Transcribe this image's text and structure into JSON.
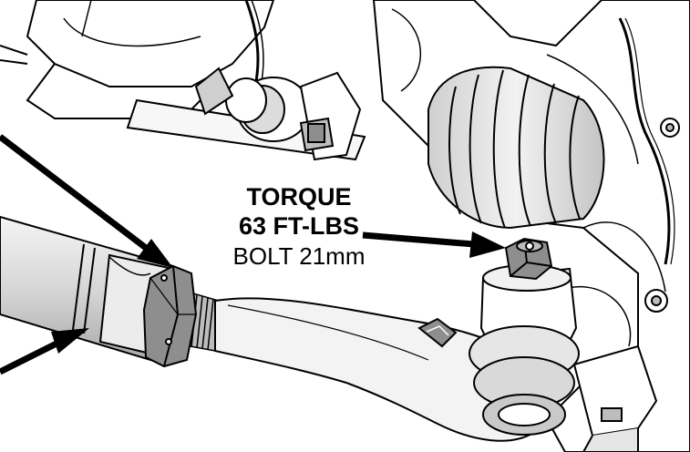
{
  "annotation": {
    "torque_label": "TORQUE",
    "torque_value": "63 FT-LBS",
    "bolt_size": "BOLT 21mm"
  },
  "colors": {
    "line": "#000000",
    "part_fill": "#ffffff",
    "shade_light": "#dcdcdc",
    "shade_mid": "#bdbdbd",
    "shade_dark": "#8e8e8e",
    "background": "#ffffff"
  },
  "icons": {
    "left_arrows": "arrow-icon",
    "torque_arrow": "arrow-icon"
  }
}
